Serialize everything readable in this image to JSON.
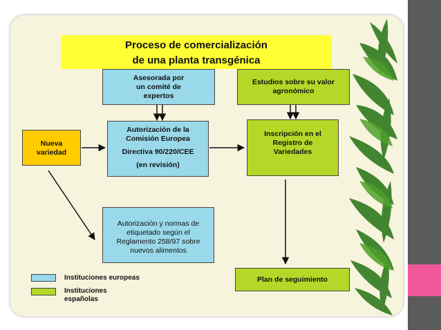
{
  "diagram": {
    "title_line1": "Proceso de comercialización",
    "title_line2": "de una planta transgénica",
    "boxes": {
      "asesorada": [
        "Asesorada por",
        "un comité de",
        "expertos"
      ],
      "estudios": [
        "Estudios sobre su valor",
        "agronómico"
      ],
      "nueva": [
        "Nueva",
        "variedad"
      ],
      "autorizacion_ce": [
        "Autorización de la",
        "Comisión Europea"
      ],
      "directiva": "Directiva 90/220/CEE",
      "revision": "(en revisión)",
      "inscripcion": [
        "Inscripción en el",
        "Registro de",
        "Variedades"
      ],
      "etiquetado": [
        "Autorización y normas de",
        "etiquetado según el",
        "Reglamento 258/97 sobre",
        "nuevos alimentos"
      ],
      "plan": "Plan de seguimiento"
    },
    "legend": {
      "europeas": "Instituciones europeas",
      "espanolas_line1": "Instituciones",
      "espanolas_line2": "españolas"
    }
  },
  "colors": {
    "european": "#99d9ea",
    "spanish": "#b5d828",
    "title_bg": "#ffff33",
    "start": "#ffcc00",
    "accent_tab": "#f0569a"
  }
}
